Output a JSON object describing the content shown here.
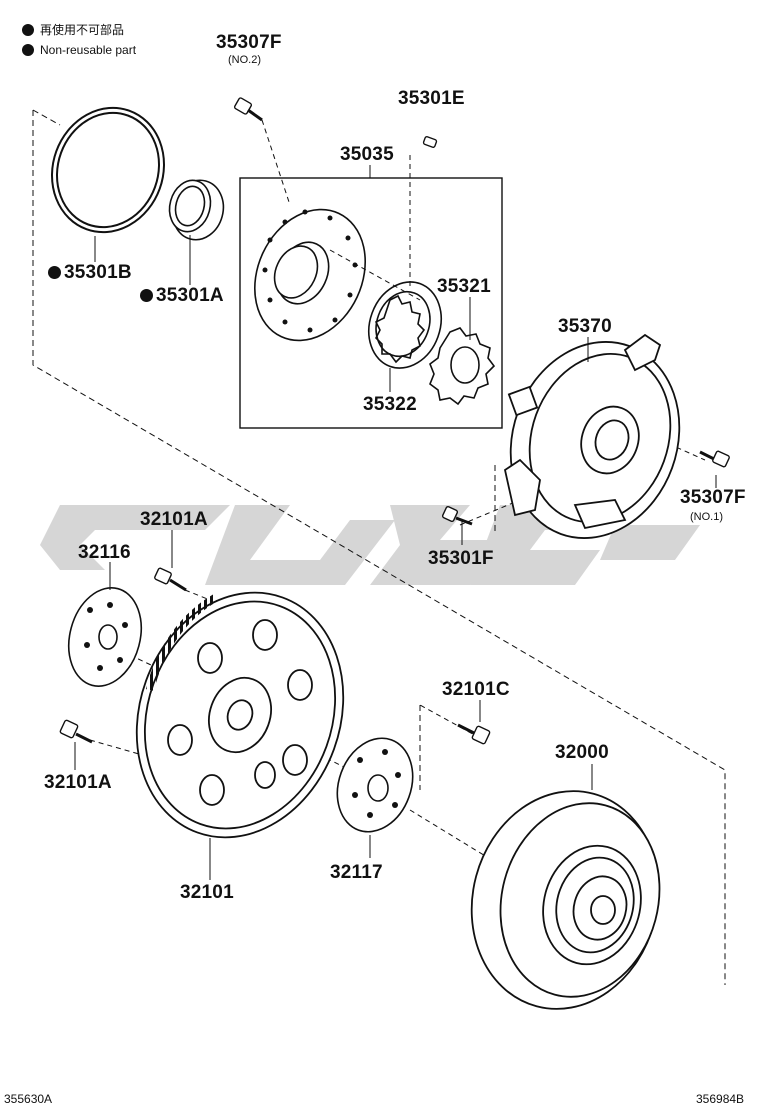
{
  "legend": {
    "line1": "再使用不可部品",
    "line2": "Non-reusable part"
  },
  "parts": {
    "p35307F_top": "35307F",
    "p35307F_top_note": "(NO.2)",
    "p35301E": "35301E",
    "p35035": "35035",
    "p35301B": "35301B",
    "p35301A": "35301A",
    "p35321": "35321",
    "p35322": "35322",
    "p35370": "35370",
    "p35307F_right": "35307F",
    "p35307F_right_note": "(NO.1)",
    "p35301F": "35301F",
    "p32101A_top": "32101A",
    "p32116": "32116",
    "p32101A_left": "32101A",
    "p32101": "32101",
    "p32101C": "32101C",
    "p32117": "32117",
    "p32000": "32000"
  },
  "footer": {
    "left_code": "355630A",
    "right_code": "356984B"
  }
}
